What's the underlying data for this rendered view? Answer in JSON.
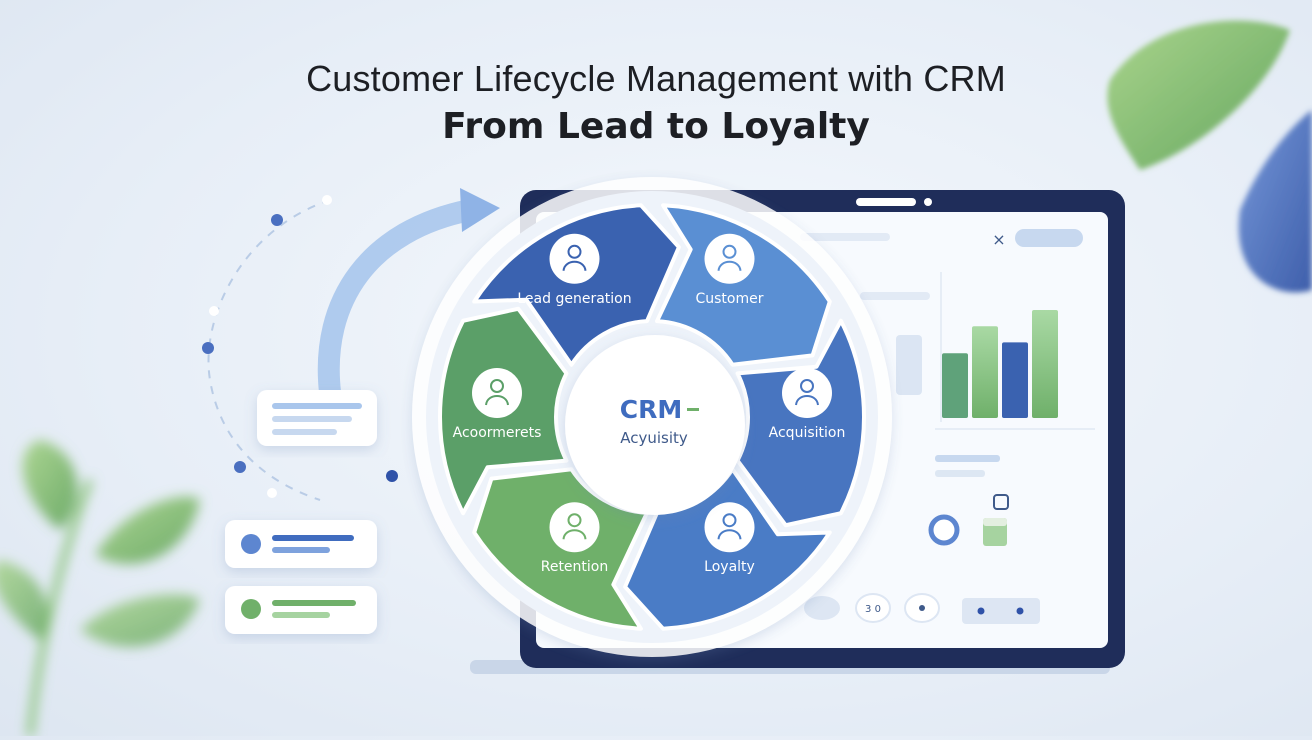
{
  "header": {
    "title": "Customer Lifecycle Management with CRM",
    "subtitle": "From Lead to Loyalty"
  },
  "cycle": {
    "center_title": "CRM",
    "center_subtitle": "Acyuisity",
    "segments": [
      {
        "label": "Lead generation",
        "icon": "user-search-icon",
        "color": "#3a62b0"
      },
      {
        "label": "Customer",
        "icon": "customer-headset-icon",
        "color": "#5a8fd3"
      },
      {
        "label": "Acquisition",
        "icon": "handshake-icon",
        "color": "#4875c0"
      },
      {
        "label": "Loyalty",
        "icon": "loyal-user-icon",
        "color": "#4a7cc6"
      },
      {
        "label": "Retention",
        "icon": "support-agent-icon",
        "color": "#6fb06a"
      },
      {
        "label": "Acoormerets",
        "icon": "document-list-icon",
        "color": "#5b9f68"
      }
    ]
  },
  "dashboard": {
    "close_glyph": "×",
    "control_text": "3 0",
    "bars": [
      0.6,
      0.85,
      0.7,
      1.0
    ]
  },
  "colors": {
    "primary_blue": "#3f6cbf",
    "light_blue": "#8eb4e3",
    "green": "#6fb06a",
    "dark_frame": "#1f2d5a"
  }
}
